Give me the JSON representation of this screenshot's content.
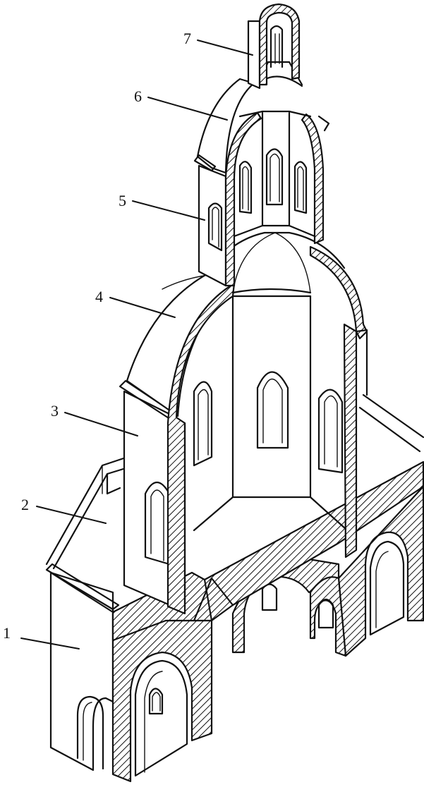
{
  "labels": [
    {
      "id": "1",
      "text": "1"
    },
    {
      "id": "2",
      "text": "2"
    },
    {
      "id": "3",
      "text": "3"
    },
    {
      "id": "4",
      "text": "4"
    },
    {
      "id": "5",
      "text": "5"
    },
    {
      "id": "6",
      "text": "6"
    },
    {
      "id": "7",
      "text": "7"
    }
  ],
  "colors": {
    "ink": "#111111",
    "paper": "#ffffff"
  }
}
